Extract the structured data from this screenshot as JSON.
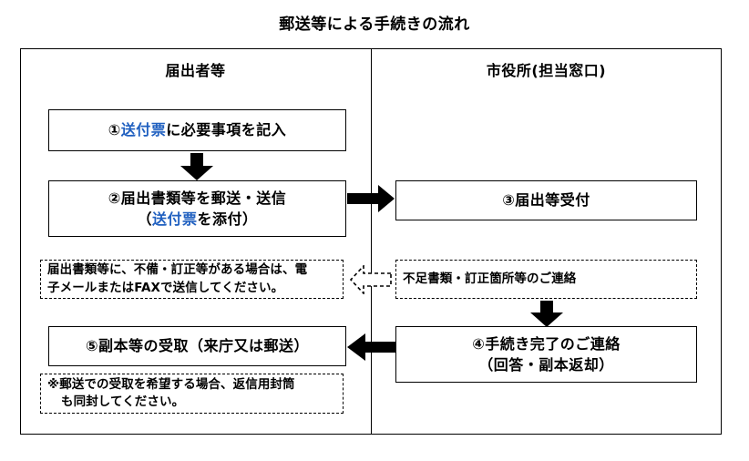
{
  "title": "郵送等による手続きの流れ",
  "columns": {
    "left": "届出者等",
    "right": "市役所(担当窓口)"
  },
  "colors": {
    "accent_blue": "#2060c0",
    "line_black": "#000000",
    "background": "#ffffff"
  },
  "left_column": {
    "step1": {
      "number": "①",
      "highlight": "送付票",
      "rest": "に必要事項を記入",
      "full": "①送付票に必要事項を記入"
    },
    "step2": {
      "line1": "②届出書類等を郵送・送信",
      "line2_open": "（",
      "line2_highlight": "送付票",
      "line2_rest": "を添付）",
      "line2_full": "（送付票を添付）"
    },
    "note_correction": {
      "line1": "届出書類等に、不備・訂正等がある場合は、電",
      "line2": "子メールまたはFAXで送信してください。"
    },
    "step5": {
      "full": "⑤副本等の受取（来庁又は郵送）"
    },
    "note_return_envelope": {
      "line1": "※郵送での受取を希望する場合、返信用封筒",
      "line2": "も同封してください。"
    }
  },
  "right_column": {
    "step3": {
      "full": "③届出等受付"
    },
    "note_shortage": {
      "full": "不足書類・訂正箇所等のご連絡"
    },
    "step4": {
      "line1": "④手続き完了のご連絡",
      "line2": "（回答・副本返却）"
    }
  },
  "arrows": [
    {
      "name": "arrow-step1-to-step2",
      "direction": "down",
      "style": "solid"
    },
    {
      "name": "arrow-step2-to-step3",
      "direction": "right",
      "style": "solid"
    },
    {
      "name": "arrow-shortage-to-correction",
      "direction": "left",
      "style": "dashed"
    },
    {
      "name": "arrow-shortage-to-step4",
      "direction": "down",
      "style": "solid"
    },
    {
      "name": "arrow-step4-to-step5",
      "direction": "left",
      "style": "solid"
    }
  ]
}
